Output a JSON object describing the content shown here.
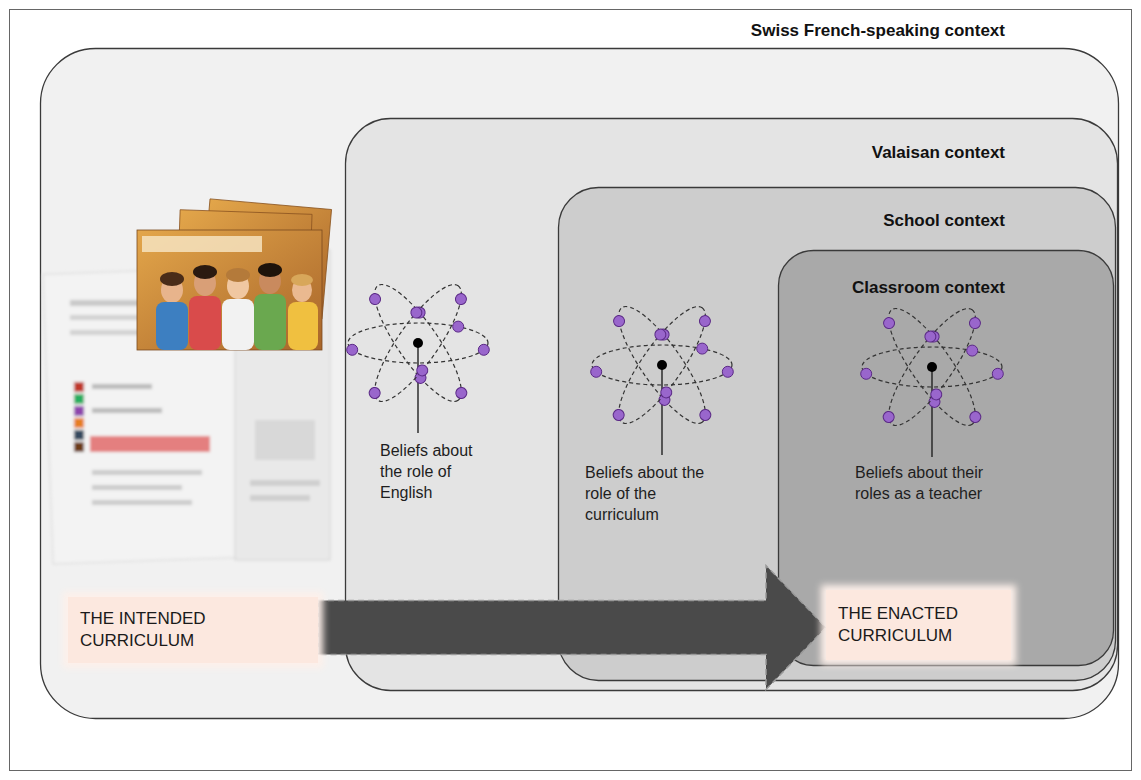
{
  "diagram": {
    "nodes": [
      {
        "text": [
          "Swiss French-speaking context"
        ]
      },
      {
        "text": [
          "THE INTENDED CURRICULUM"
        ],
        "in": 0
      },
      {
        "text": [
          "Valaisan context"
        ],
        "in": 0
      },
      {
        "text": [
          "School context"
        ],
        "in": 2
      },
      {
        "text": [
          "Classroom context"
        ],
        "in": 3
      },
      {
        "text": [
          "THE ENACTED CURRICULUM"
        ],
        "in": 4
      }
    ],
    "edges": [
      {
        "from": 1,
        "to": 5,
        "arrow": "to"
      }
    ],
    "labels": [
      "Beliefs about the role of English",
      "Beliefs about the role of the curriculum",
      "Beliefs about their roles as a teacher"
    ]
  }
}
